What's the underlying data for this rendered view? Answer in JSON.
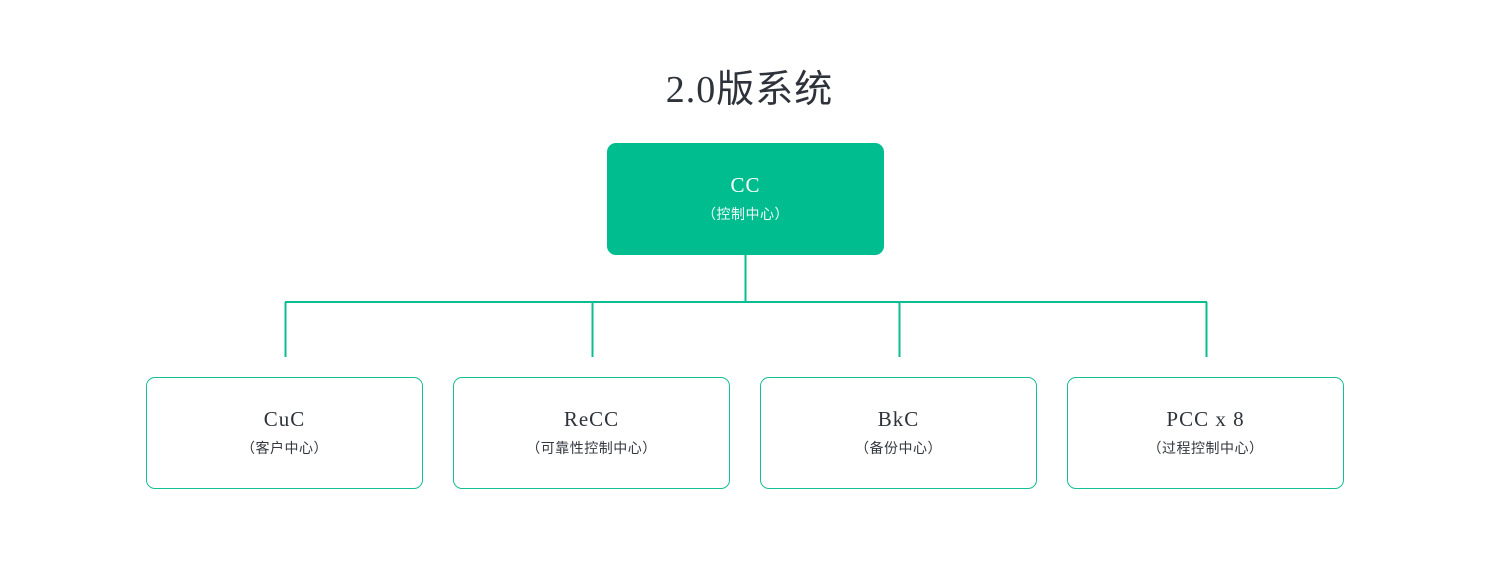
{
  "title": "2.0版系统",
  "colors": {
    "accent": "#00bd8f",
    "node_border": "#17bd94",
    "connector": "#0cbc92",
    "title_text": "#2e323a",
    "node_text": "#2e323a",
    "root_text": "#ffffff",
    "background": "#ffffff"
  },
  "diagram": {
    "type": "org-tree",
    "root": {
      "label": "CC",
      "sub": "（控制中心）"
    },
    "children": [
      {
        "label": "CuC",
        "sub": "（客户中心）"
      },
      {
        "label": "ReCC",
        "sub": "（可靠性控制中心）"
      },
      {
        "label": "BkC",
        "sub": "（备份中心）"
      },
      {
        "label": "PCC x 8",
        "sub": "（过程控制中心）"
      }
    ]
  }
}
